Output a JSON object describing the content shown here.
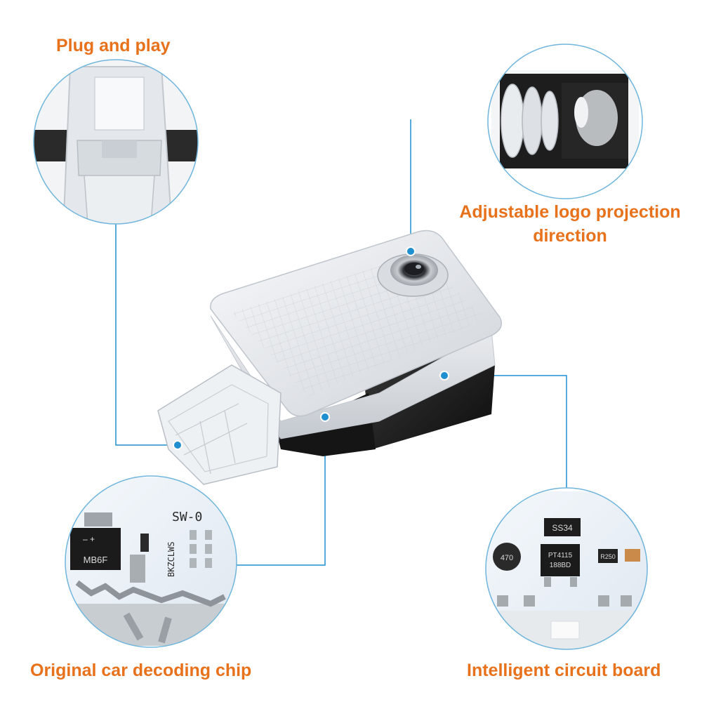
{
  "colors": {
    "label": "#e8721c",
    "callout_line": "#1f8fd0",
    "circle_border": "#6fb5dc",
    "dot": "#1f8fd0"
  },
  "callouts": [
    {
      "text": "Plug and play"
    },
    {
      "text": "Adjustable logo projection direction",
      "lines": [
        "Adjustable logo projection",
        "direction"
      ]
    },
    {
      "text": "Original car decoding chip"
    },
    {
      "text": "Intelligent circuit board"
    }
  ],
  "chip_markings": {
    "left_chip_text": "MB6F",
    "left_board_text": "SW-0",
    "left_side_text": "BKZCLWS",
    "right_diode_text": "SS34",
    "right_ic_text_1": "PT4115",
    "right_ic_text_2": "188BD",
    "right_resistor_text": "R250",
    "right_inductor_text": "470"
  }
}
